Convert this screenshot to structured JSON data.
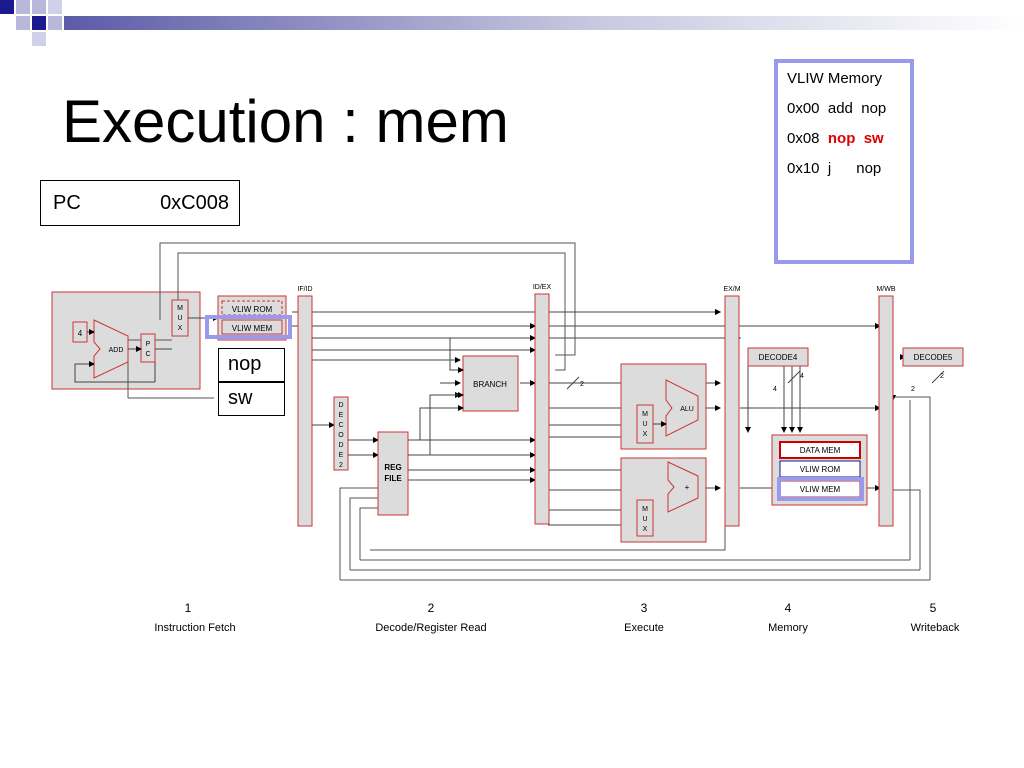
{
  "slide": {
    "title": "Execution : mem"
  },
  "pc": {
    "label": "PC",
    "value": "0xC008"
  },
  "vliw_memory": {
    "title": "VLIW Memory",
    "rows": [
      {
        "addr": "0x00",
        "op1": "add",
        "op2": "nop",
        "highlight": false
      },
      {
        "addr": "0x08",
        "op1": "nop",
        "op2": "sw",
        "highlight": true
      },
      {
        "addr": "0x10",
        "op1": "j",
        "op2": "nop",
        "highlight": false
      }
    ]
  },
  "fetched_instructions": [
    "nop",
    "sw"
  ],
  "pipeline": {
    "registers": [
      "IF/ID",
      "ID/EX",
      "EX/M",
      "M/WB"
    ],
    "blocks": {
      "const_four": "4",
      "adder": "ADD",
      "pc": "P\nC",
      "mux": "M\nU\nX",
      "vliw_rom": "VLIW ROM",
      "vliw_mem": "VLIW MEM",
      "decode2": "D\nE\nC\nO\nD\nE\n2",
      "reg_file": "REG\nFILE",
      "branch": "BRANCH",
      "alu": "ALU",
      "plus": "+",
      "decode4": "DECODE4",
      "decode5": "DECODE5",
      "data_mem": "DATA MEM",
      "vliw_rom_mem": "VLIW ROM",
      "vliw_mem_mem": "VLIW MEM"
    },
    "bus_labels": [
      "2",
      "4",
      "4",
      "2",
      "2"
    ]
  },
  "stages": [
    {
      "number": "1",
      "name": "Instruction Fetch"
    },
    {
      "number": "2",
      "name": "Decode/Register Read"
    },
    {
      "number": "3",
      "name": "Execute"
    },
    {
      "number": "4",
      "name": "Memory"
    },
    {
      "number": "5",
      "name": "Writeback"
    }
  ],
  "colors": {
    "accent_border": "#9999ee",
    "highlight_text": "#e00000",
    "block_border": "#cc3333",
    "block_fill": "#dddddd",
    "deco_dark": "#1a1a8c",
    "deco_light": "#9999cc"
  }
}
